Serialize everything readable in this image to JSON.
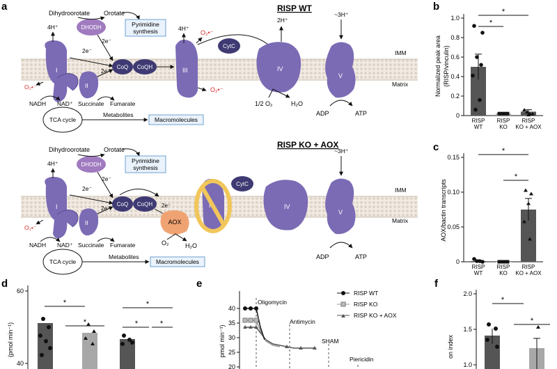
{
  "panel_a": {
    "letter": "a",
    "top": {
      "title": "RISP WT",
      "dihydroorotate": "Dihydroorotate",
      "orotate": "Orotate",
      "dhodh": "DHODH",
      "pyrimidine_line1": "Pyrimidine",
      "pyrimidine_line2": "synthesis",
      "protons_4h_left": "4H⁺",
      "protons_4h_mid": "4H⁺",
      "protons_2h": "2H⁺",
      "protons_3h": "~3H⁺",
      "superoxide": "O₂•⁻",
      "e_minus": "2e⁻",
      "coq": "CoQ",
      "coqh": "CoQH",
      "cytc": "CytC",
      "complex_1": "I",
      "complex_2": "II",
      "complex_3": "III",
      "complex_4": "IV",
      "complex_5": "V",
      "imm": "IMM",
      "matrix": "Matrix",
      "nadh": "NADH",
      "nad": "NAD⁺",
      "succinate": "Succinate",
      "fumarate": "Fumarate",
      "tca": "TCA cycle",
      "metabolites": "Metabolites",
      "macromolecules": "Macromolecules",
      "half_o2": "1/2 O₂",
      "h2o": "H₂O",
      "adp": "ADP",
      "atp": "ATP"
    },
    "bottom": {
      "title": "RISP KO + AOX",
      "aox": "AOX",
      "o2": "O₂",
      "h2o": "H₂O"
    }
  },
  "panel_b": {
    "letter": "b",
    "ylabel_line1": "Normalized peak area",
    "ylabel_line2": "(RISP/vinculin)",
    "yticks": [
      "0",
      "0.2",
      "0.4",
      "0.6",
      "0.8",
      "1.0"
    ],
    "categories": [
      [
        "RISP",
        "WT"
      ],
      [
        "RISP",
        "KO"
      ],
      [
        "RISP",
        "KO + AOX"
      ]
    ],
    "values": [
      0.5,
      0.02,
      0.04
    ],
    "errors": [
      0.13,
      0.01,
      0.02
    ],
    "sig": [
      "*",
      "*"
    ]
  },
  "panel_c": {
    "letter": "c",
    "ylabel": "AOX/bactin transcripts",
    "yticks": [
      "0",
      "0.05",
      "0.10",
      "0.15"
    ],
    "categories": [
      [
        "RISP",
        "WT"
      ],
      [
        "RISP",
        "KO"
      ],
      [
        "RISP",
        "KO + AOX"
      ]
    ],
    "values": [
      0.001,
      0.0,
      0.075
    ],
    "errors": [
      0.001,
      0.0,
      0.016
    ],
    "sig": [
      "*",
      "*"
    ]
  },
  "panel_d": {
    "letter": "d",
    "ylabel": "(pmol min⁻¹)",
    "yticks": [
      "40",
      "60"
    ],
    "sig": [
      "*",
      "*",
      "*",
      "*",
      "*"
    ]
  },
  "panel_e": {
    "letter": "e",
    "ylabel": "pmol min⁻¹)",
    "yticks": [
      "20",
      "25",
      "30",
      "35",
      "40"
    ],
    "injections": [
      "Oligomycin",
      "Antimycin",
      "SHAM",
      "Piericidin"
    ],
    "legend": [
      "RISP WT",
      "RISP KO",
      "RISP KO + AOX"
    ]
  },
  "panel_f": {
    "letter": "f",
    "ylabel": "on index",
    "yticks": [
      "1.0",
      "1.5",
      "2.0"
    ],
    "sig": [
      "*",
      "*"
    ]
  },
  "colors": {
    "complex": "#7b6bb5",
    "complex_dark": "#5a4c92",
    "dhodh": "#a07bbf",
    "coq": "#3f3a73",
    "aox": "#f0a372",
    "cross": "#f1c65a",
    "red": "#d62b2b",
    "bar": "#555555",
    "bar_light": "#a8a8a8",
    "membrane": "#e6dcd2"
  }
}
